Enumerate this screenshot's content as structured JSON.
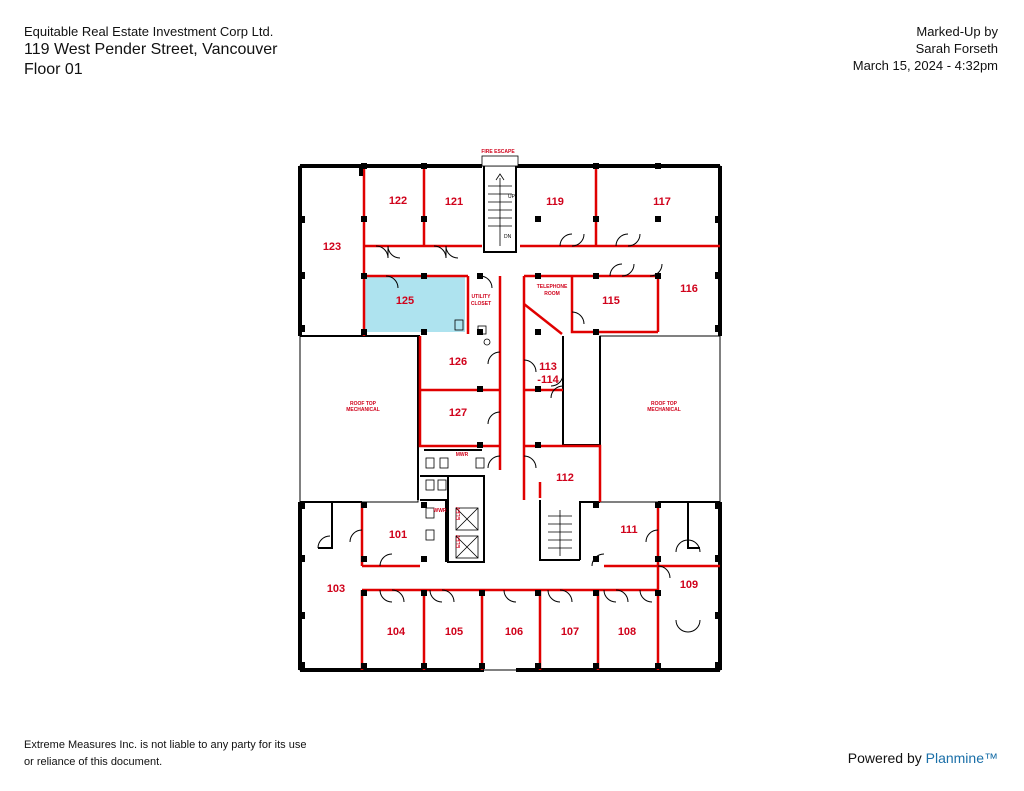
{
  "header": {
    "company": "Equitable Real Estate Investment Corp Ltd.",
    "address": "119 West Pender Street, Vancouver",
    "floor": "Floor 01",
    "markup_label": "Marked-Up by",
    "markup_author": "Sarah Forseth",
    "markup_date": "March 15, 2024 - 4:32pm"
  },
  "footer": {
    "disclaimer_line1": "Extreme Measures Inc. is not liable to any party for its use",
    "disclaimer_line2": "or reliance of this document.",
    "powered_by": "Powered by",
    "brand": "Planmine™"
  },
  "plan": {
    "colors": {
      "wall": "#000000",
      "partition": "#e00000",
      "highlight": "#aee3ef",
      "label": "#d0021b"
    },
    "rooms": {
      "r122": "122",
      "r121": "121",
      "r119": "119",
      "r117": "117",
      "r123": "123",
      "r125": "125",
      "r115": "115",
      "r116": "116",
      "r126": "126",
      "r113a": "113",
      "r113b": "-114",
      "r127": "127",
      "r112": "112",
      "r101": "101",
      "r111": "111",
      "r103": "103",
      "r109": "109",
      "r104": "104",
      "r105": "105",
      "r106": "106",
      "r107": "107",
      "r108": "108"
    },
    "notes": {
      "fire_escape": "FIRE ESCAPE",
      "utility_1": "UTILITY",
      "utility_2": "CLOSET",
      "telephone_1": "TELEPHONE",
      "telephone_2": "ROOM",
      "roof_left_1": "ROOF TOP",
      "roof_left_2": "MECHANICAL",
      "roof_right_1": "ROOF TOP",
      "roof_right_2": "MECHANICAL",
      "mwr": "MWR",
      "wwr": "WWR",
      "elev_1": "ELEV",
      "elev_2": "ELEV",
      "stair_up": "UP",
      "stair_dn": "DN"
    }
  }
}
